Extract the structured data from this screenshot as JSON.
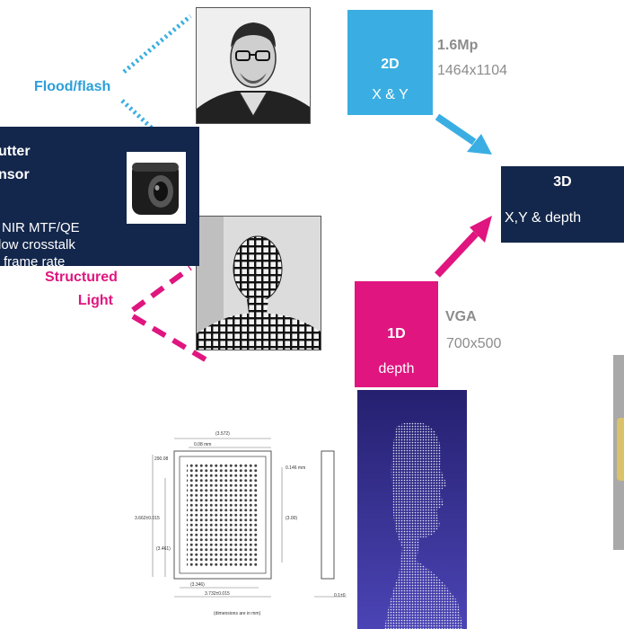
{
  "labels": {
    "flood_flash": "Flood/flash",
    "structured_light_1": "Structured",
    "structured_light_2": "Light"
  },
  "sensor_box": {
    "title_line1": "utter",
    "title_line2": "nsor",
    "spec_line1": "NIR MTF/QE",
    "spec_line2": "low crosstalk",
    "spec_line3": "frame rate"
  },
  "box_2d": {
    "title": "2D",
    "subtitle": "X & Y",
    "res_title": "1.6Mp",
    "res_value": "1464x1104"
  },
  "box_3d": {
    "title": "3D",
    "subtitle": "X,Y & depth"
  },
  "box_1d": {
    "title": "1D",
    "subtitle": "depth",
    "res_title": "VGA",
    "res_value": "700x500"
  },
  "drawing_dims": {
    "top": "(3.572)",
    "top2": "0.08 mm",
    "left_top": "290.08",
    "right_top": "0.146 mm",
    "left_mid": "3.662±0.015",
    "left_mid2": "(3.461)",
    "right_mid": "(3.00)",
    "bottom1": "(3.346)",
    "bottom2": "3.732±0.015",
    "side": "0.1±0",
    "note": "(dimensions are in mm)"
  },
  "colors": {
    "navy": "#13264b",
    "cyan": "#3aaee2",
    "magenta": "#e0157f",
    "flood_text": "#2c9fd8",
    "gray_text": "#8c8c8c"
  }
}
